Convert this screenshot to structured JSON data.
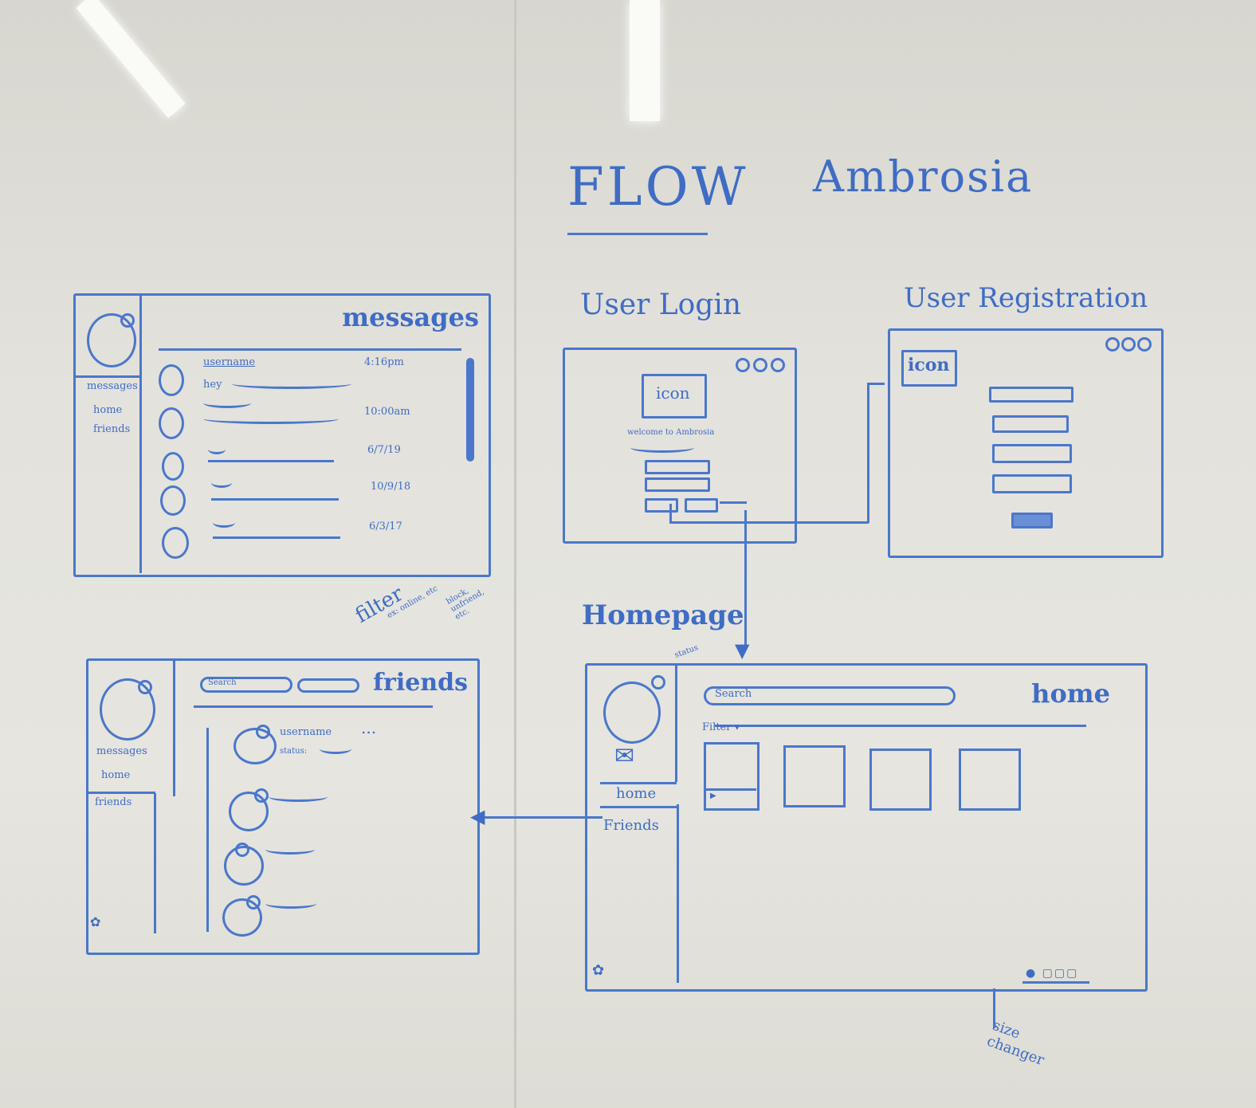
{
  "board": {
    "title": "FLOW",
    "app_name": "Ambrosia"
  },
  "login": {
    "label": "User Login",
    "icon_text": "icon",
    "welcome": "welcome to Ambrosia"
  },
  "registration": {
    "label": "User Registration",
    "icon_text": "icon"
  },
  "messages": {
    "title": "messages",
    "nav": [
      "messages",
      "home",
      "friends"
    ],
    "rows": [
      {
        "name": "username",
        "preview": "hey",
        "time": "4:16pm"
      },
      {
        "name": "",
        "preview": "",
        "time": "10:00am"
      },
      {
        "name": "",
        "preview": "",
        "time": "6/7/19"
      },
      {
        "name": "",
        "preview": "",
        "time": "10/9/18"
      },
      {
        "name": "",
        "preview": "",
        "time": "6/3/17"
      }
    ]
  },
  "homepage": {
    "label": "Homepage",
    "title": "home",
    "status_note": "status",
    "search": "Search",
    "filter": "Filter ▾",
    "nav": [
      "home",
      "Friends"
    ],
    "size_note": "size changer"
  },
  "friends": {
    "title": "friends",
    "search": "Search",
    "nav": [
      "messages",
      "home",
      "friends"
    ],
    "username": "username",
    "status": "status:",
    "filter_note": "filter",
    "filter_sub": "ex: online, etc",
    "more_note": "block, unfriend, etc.",
    "ellipsis": "..."
  },
  "colors": {
    "ink": "#3f6cc4",
    "board": "#e3e2dc"
  }
}
